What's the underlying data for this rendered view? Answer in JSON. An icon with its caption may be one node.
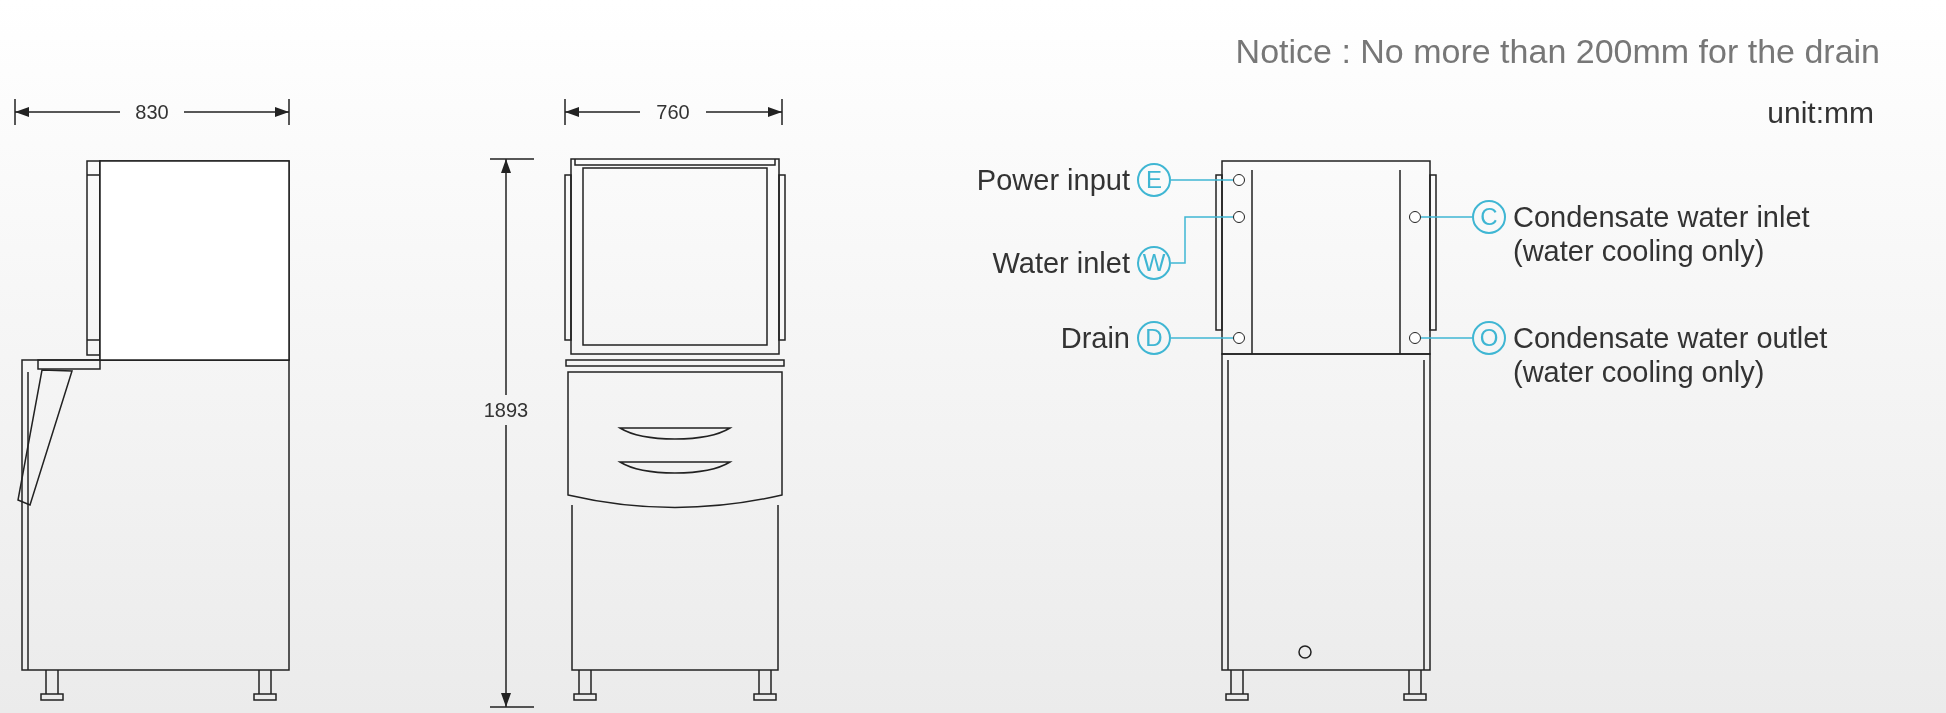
{
  "diagram": {
    "nodes": [
      {
        "text": [
          "E"
        ],
        "beside": [
          "Power input"
        ]
      },
      {
        "text": [
          "W"
        ],
        "beside": [
          "Water inlet"
        ]
      },
      {
        "text": [
          "D"
        ],
        "beside": [
          "Drain"
        ]
      },
      {
        "text": [
          "C"
        ],
        "beside": [
          "Condensate water inlet (water cooling only)"
        ]
      },
      {
        "text": [
          "O"
        ],
        "beside": [
          "Condensate water outlet (water cooling only)"
        ]
      },
      {
        "text": [],
        "shape": "circle"
      },
      {
        "text": [],
        "shape": "circle"
      },
      {
        "text": [],
        "shape": "circle"
      },
      {
        "text": [],
        "shape": "circle"
      },
      {
        "text": [],
        "shape": "circle"
      }
    ],
    "edges": [
      {
        "from": 0,
        "to": 5,
        "arrow": "none"
      },
      {
        "from": 1,
        "to": 6,
        "arrow": "none"
      },
      {
        "from": 2,
        "to": 7,
        "arrow": "none"
      },
      {
        "from": 3,
        "to": 8,
        "arrow": "none"
      },
      {
        "from": 4,
        "to": 9,
        "arrow": "none"
      }
    ],
    "labels": [
      "Notice : No more than 200mm for the drain",
      "unit:mm",
      "830",
      "760",
      "1893"
    ]
  }
}
